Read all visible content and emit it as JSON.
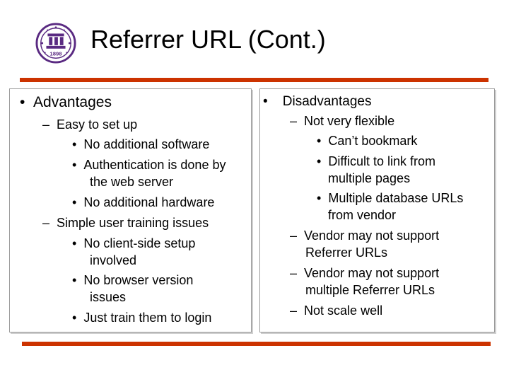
{
  "title": "Referrer URL (Cont.)",
  "left_panel": {
    "heading": "Advantages",
    "lines": {
      "a": "Easy to set up",
      "a1": "No additional software",
      "a2a": "Authentication is done by",
      "a2b": "the web server",
      "a3": "No additional hardware",
      "b": "Simple user training issues",
      "b1a": "No client-side setup",
      "b1b": "involved",
      "b2a": "No browser version",
      "b2b": "issues",
      "b3": "Just train them to login"
    }
  },
  "right_panel": {
    "heading": "Disadvantages",
    "lines": {
      "a": "Not very flexible",
      "a1": "Can’t bookmark",
      "a2a": "Difficult to link from",
      "a2b": "multiple pages",
      "a3a": "Multiple database URLs",
      "a3b": "from vendor",
      "ba": "Vendor may not support",
      "bb": "Referrer URLs",
      "ca": "Vendor may not support",
      "cb": "multiple Referrer URLs",
      "d": "Not scale well"
    }
  },
  "markers": {
    "bullet": "•",
    "dash": "–"
  },
  "colors": {
    "rule": "#cc3300",
    "logo": "#5a2a82",
    "text": "#000000"
  },
  "logo": {
    "text": "1898",
    "icon": "university-seal-icon"
  }
}
